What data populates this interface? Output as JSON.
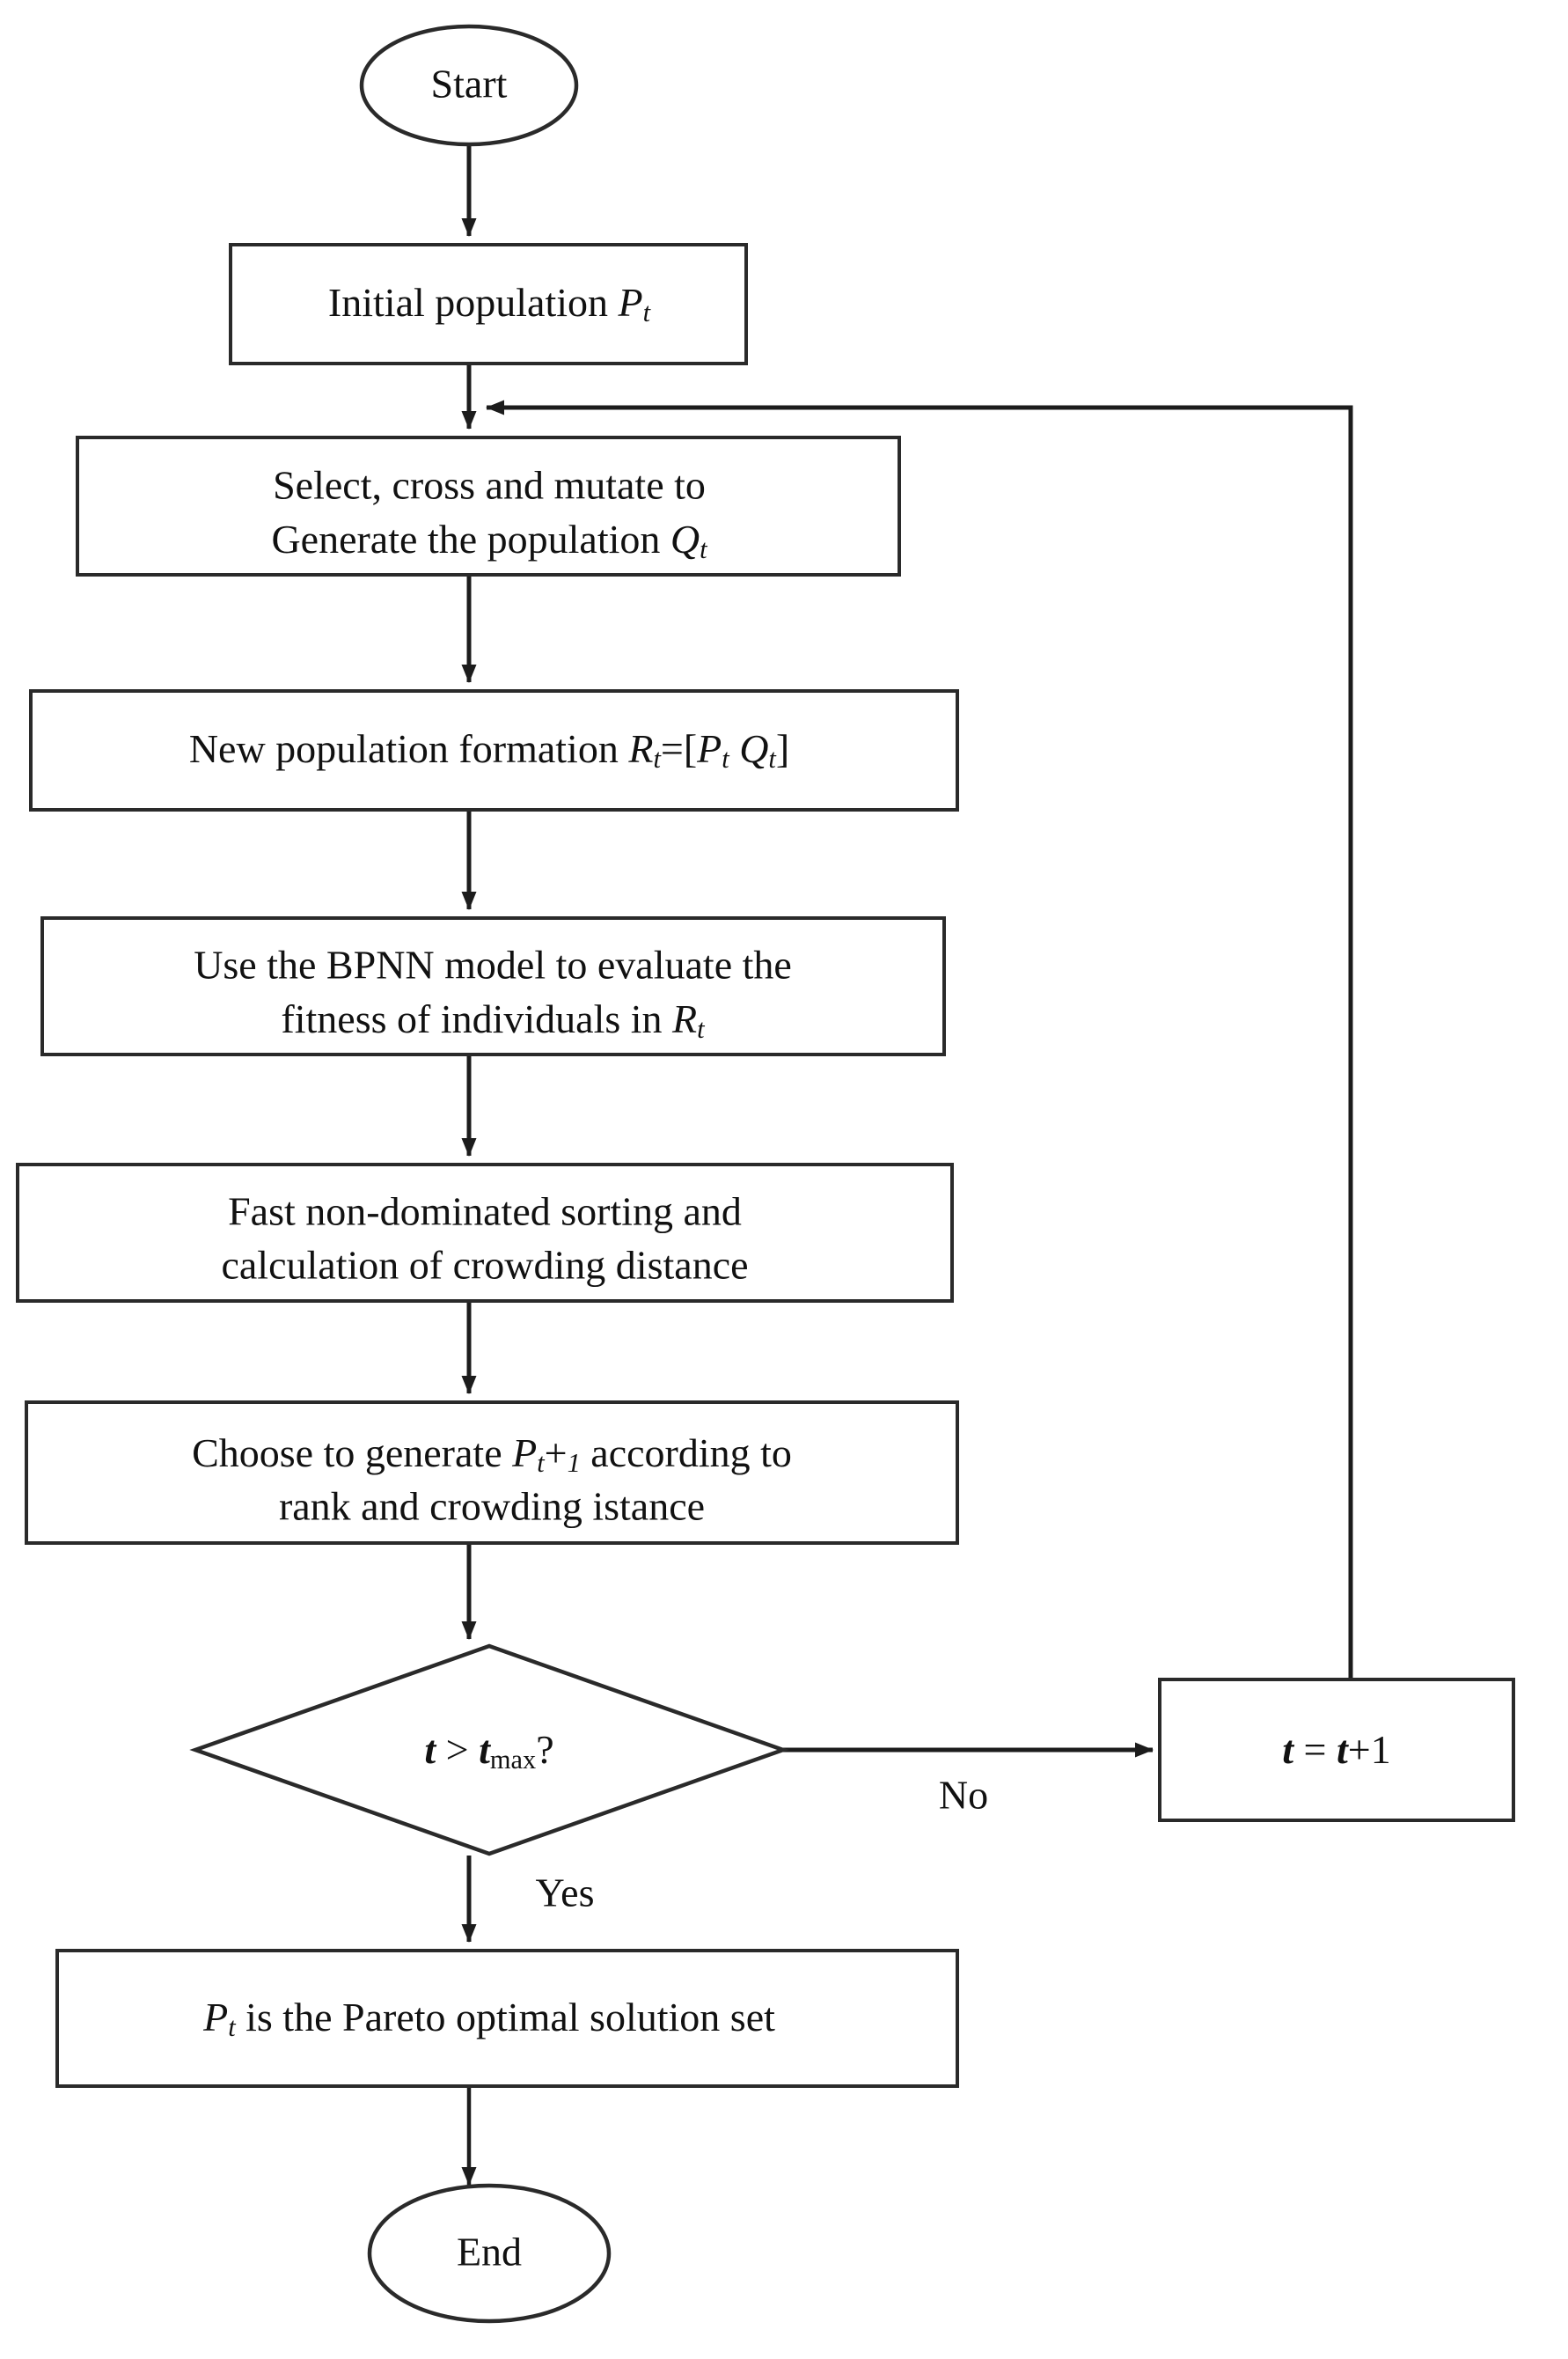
{
  "diagram": {
    "title": "NSGA-II with BPNN flowchart",
    "stroke_color": "#2a2a2a",
    "line_color": "#1c1c1c",
    "background": "#ffffff",
    "nodes": {
      "start": {
        "label": "Start",
        "shape": "ellipse"
      },
      "initial_population": {
        "shape": "rect",
        "line1_pre": "Initial population ",
        "line1_var": "P",
        "line1_sub": "t"
      },
      "generate_q": {
        "shape": "rect",
        "line1": "Select, cross and mutate to",
        "line2_pre": "Generate the population ",
        "line2_var": "Q",
        "line2_sub": "t"
      },
      "new_population": {
        "shape": "rect",
        "pre": "New population formation ",
        "r_var": "R",
        "r_sub": "t",
        "eq": "=[",
        "p_var": "P",
        "p_sub": "t",
        "space": " ",
        "q_var": "Q",
        "q_sub": "t",
        "close": "]"
      },
      "bpnn_evaluate": {
        "shape": "rect",
        "line1": "Use the BPNN model to evaluate the",
        "line2_pre": "fitness of individuals in ",
        "line2_var": "R",
        "line2_sub": "t"
      },
      "sorting": {
        "shape": "rect",
        "line1": "Fast non-dominated sorting and",
        "line2": "calculation of crowding distance"
      },
      "choose_next": {
        "shape": "rect",
        "line1_pre": "Choose to generate ",
        "line1_var": "P",
        "line1_sub": "t",
        "line1_mid": "+",
        "line1_sub2": "1",
        "line1_post": "  according to",
        "line2": "rank and crowding istance"
      },
      "decision": {
        "shape": "diamond",
        "var1": "t",
        "op": " > ",
        "var2": "t",
        "sub": "max",
        "q": "?"
      },
      "increment": {
        "shape": "rect",
        "var1": "t",
        "eq": " = ",
        "var2": "t",
        "plus": "+1"
      },
      "pareto_result": {
        "shape": "rect",
        "var": "P",
        "sub": "t",
        "post": " is the Pareto optimal solution set"
      },
      "end": {
        "label": "End",
        "shape": "ellipse"
      }
    },
    "edge_labels": {
      "no": "No",
      "yes": "Yes"
    }
  }
}
